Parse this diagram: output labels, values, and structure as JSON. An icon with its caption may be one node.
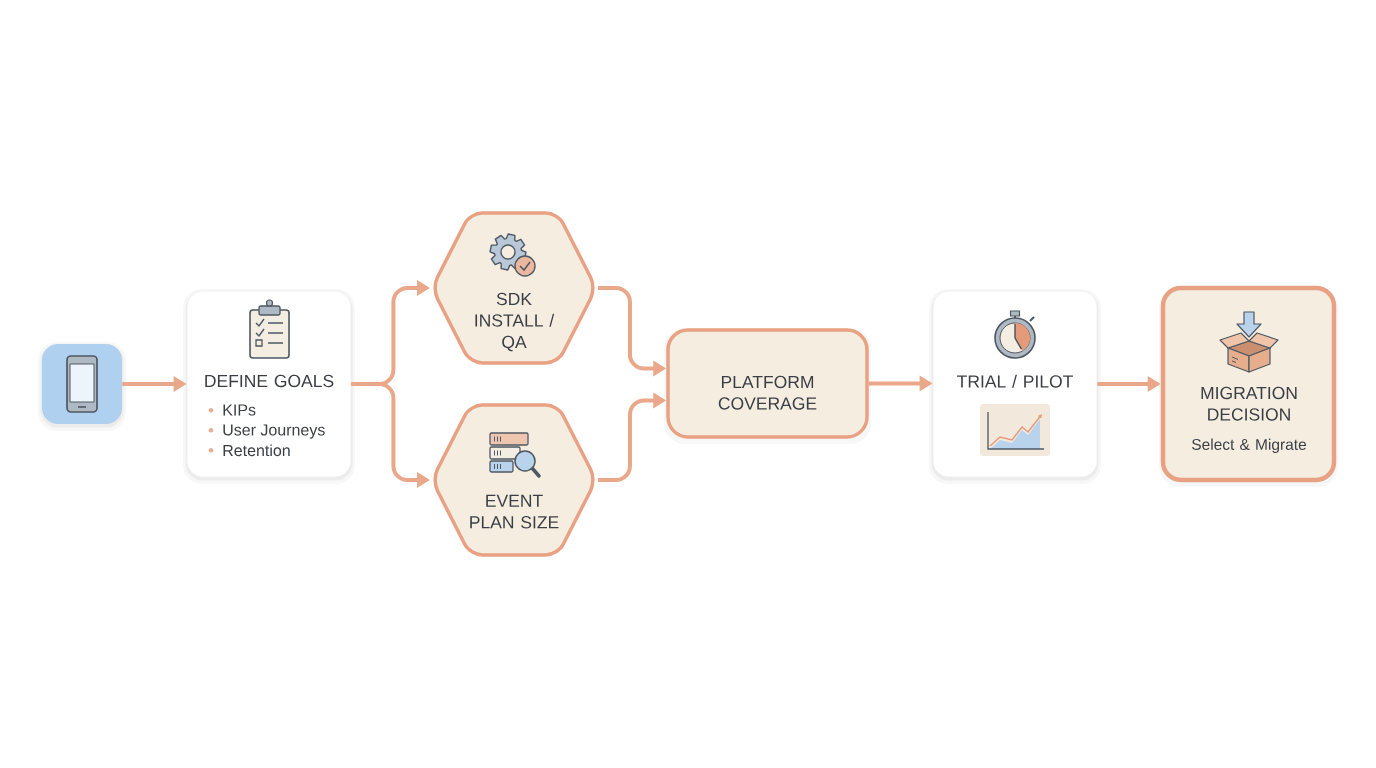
{
  "diagram": {
    "nodes": [
      {
        "text": [],
        "shape": "picture"
      },
      {
        "text": [
          "DEFINE GOALS",
          "KIPs",
          "User Journeys",
          "Retention"
        ]
      },
      {
        "text": [
          "SDK INSTALL / QA"
        ]
      },
      {
        "text": [
          "EVENT PLAN SIZE"
        ]
      },
      {
        "text": [
          "PLATFORM COVERAGE"
        ]
      },
      {
        "text": [
          "TRIAL / PILOT"
        ]
      },
      {
        "text": [
          "MIGRATION DECISION",
          "Select & Migrate"
        ]
      }
    ],
    "edges": [
      {
        "from": 0,
        "to": 1,
        "arrow": "to"
      },
      {
        "from": 1,
        "to": 2,
        "arrow": "to"
      },
      {
        "from": 1,
        "to": 3,
        "arrow": "to"
      },
      {
        "from": 2,
        "to": 4,
        "arrow": "to"
      },
      {
        "from": 3,
        "to": 4,
        "arrow": "to"
      },
      {
        "from": 4,
        "to": 5,
        "arrow": "to"
      },
      {
        "from": 5,
        "to": 6,
        "arrow": "to"
      }
    ]
  }
}
